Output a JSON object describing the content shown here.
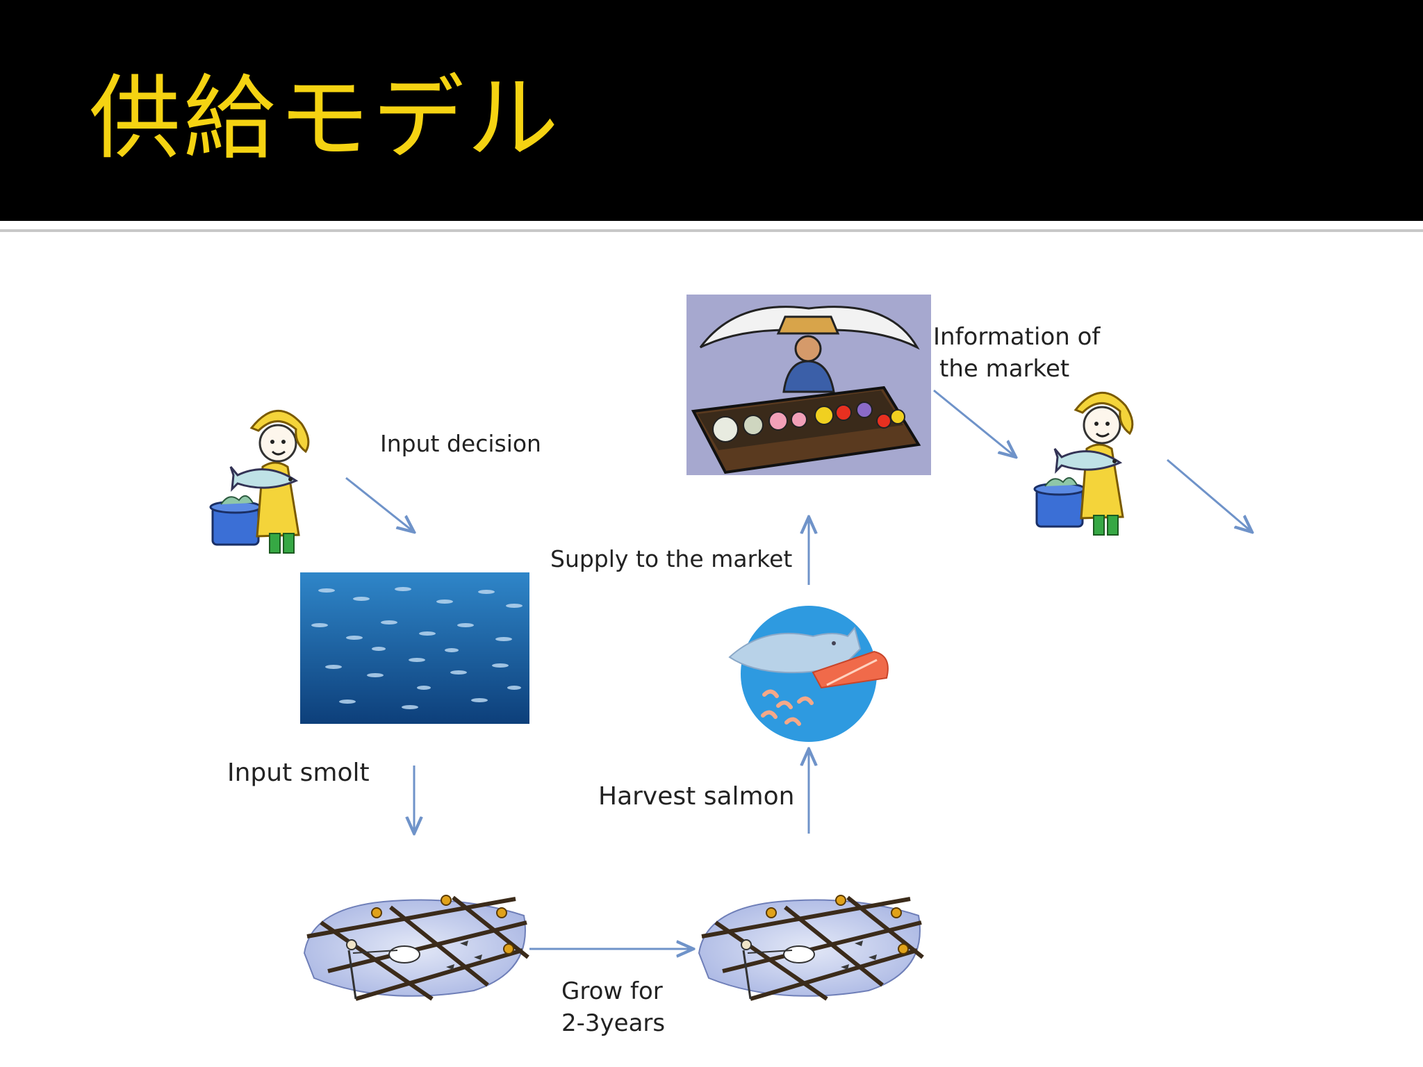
{
  "slide": {
    "title": "供給モデル"
  },
  "colors": {
    "title": "#f5d312",
    "header_bg": "#000000",
    "arrow": "#6f93c9",
    "raincoat": "#f4d43a",
    "bucket": "#3b6fd6",
    "water": "#2a78c8",
    "salmon": "#f06a4a"
  },
  "labels": {
    "input_decision": "Input decision",
    "information_line1": "Information of",
    "information_line2": "the market",
    "supply": "Supply to the market",
    "input_smolt": "Input smolt",
    "harvest": "Harvest salmon",
    "grow_line1": "Grow for",
    "grow_line2": "2-3years"
  },
  "icons": [
    "fisherman-icon",
    "fish-school-photo",
    "market-stall-icon",
    "seafood-circle-icon",
    "fish-farm-cage-icon"
  ]
}
